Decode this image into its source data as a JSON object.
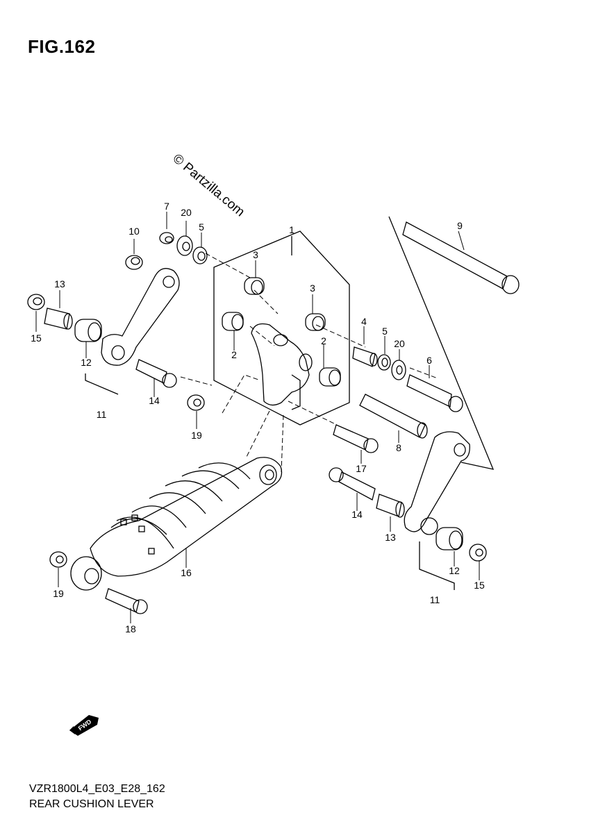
{
  "figure_title": "FIG.162",
  "watermark": "© Partzilla.com",
  "footer": {
    "model_code": "VZR1800L4_E03_E28_162",
    "caption": "REAR CUSHION LEVER"
  },
  "fwd_indicator": "FWD",
  "parts": [
    {
      "id": "label-7",
      "number": "7"
    },
    {
      "id": "label-20a",
      "number": "20"
    },
    {
      "id": "label-5a",
      "number": "5"
    },
    {
      "id": "label-1",
      "number": "1"
    },
    {
      "id": "label-9",
      "number": "9"
    },
    {
      "id": "label-10",
      "number": "10"
    },
    {
      "id": "label-3a",
      "number": "3"
    },
    {
      "id": "label-13a",
      "number": "13"
    },
    {
      "id": "label-3b",
      "number": "3"
    },
    {
      "id": "label-15a",
      "number": "15"
    },
    {
      "id": "label-2a",
      "number": "2"
    },
    {
      "id": "label-4",
      "number": "4"
    },
    {
      "id": "label-5b",
      "number": "5"
    },
    {
      "id": "label-20b",
      "number": "20"
    },
    {
      "id": "label-2b",
      "number": "2"
    },
    {
      "id": "label-12a",
      "number": "12"
    },
    {
      "id": "label-6",
      "number": "6"
    },
    {
      "id": "label-14a",
      "number": "14"
    },
    {
      "id": "label-11a",
      "number": "11"
    },
    {
      "id": "label-19a",
      "number": "19"
    },
    {
      "id": "label-8",
      "number": "8"
    },
    {
      "id": "label-17",
      "number": "17"
    },
    {
      "id": "label-14b",
      "number": "14"
    },
    {
      "id": "label-13b",
      "number": "13"
    },
    {
      "id": "label-16",
      "number": "16"
    },
    {
      "id": "label-12b",
      "number": "12"
    },
    {
      "id": "label-15b",
      "number": "15"
    },
    {
      "id": "label-19b",
      "number": "19"
    },
    {
      "id": "label-11b",
      "number": "11"
    },
    {
      "id": "label-18",
      "number": "18"
    }
  ]
}
